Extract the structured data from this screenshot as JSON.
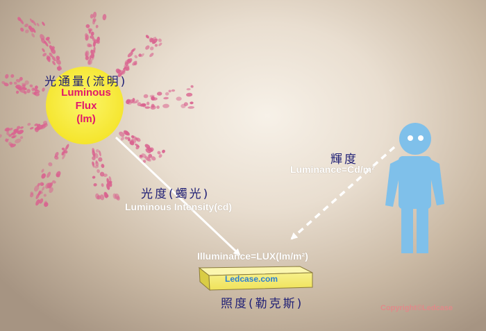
{
  "sun": {
    "cjk_label": "光通量(流明)",
    "line1": "Luminous",
    "line2": "Flux",
    "line3": "(lm)"
  },
  "intensity": {
    "cjk_label": "光度(蠋光)",
    "en_label": "Luminous Intensity(cd)"
  },
  "luminance": {
    "cjk_label": "輝度",
    "en_label": "Luminance=Cd/m²"
  },
  "illuminance": {
    "en_label": "Illuminance=LUX(lm/m²)",
    "cjk_label": "照度(勒克斯)"
  },
  "box_text": "Ledcase.com",
  "copyright": "Copyright©Ledcase",
  "colors": {
    "sun_core": "#f8ef3f",
    "ray": "#d9638f",
    "person": "#7ec0ea",
    "box": "#f5ec6a"
  }
}
